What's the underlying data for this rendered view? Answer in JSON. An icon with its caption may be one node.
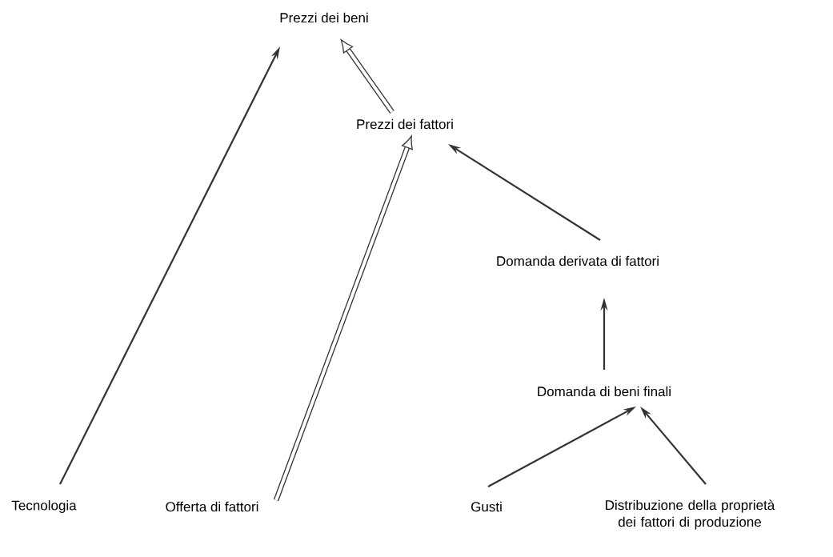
{
  "diagram": {
    "nodes": [
      {
        "text": [
          "Prezzi dei beni"
        ]
      },
      {
        "text": [
          "Prezzi dei fattori"
        ]
      },
      {
        "text": [
          "Domanda derivata di fattori"
        ]
      },
      {
        "text": [
          "Domanda di beni finali"
        ]
      },
      {
        "text": [
          "Tecnologia"
        ]
      },
      {
        "text": [
          "Offerta di fattori"
        ]
      },
      {
        "text": [
          "Gusti"
        ]
      },
      {
        "text": [
          "Distribuzione della proprietà dei fattori di produzione"
        ]
      }
    ],
    "edges": [
      {
        "from": 4,
        "to": 0,
        "arrow": "to"
      },
      {
        "from": 1,
        "to": 0,
        "arrow": "to",
        "style": "thick"
      },
      {
        "from": 5,
        "to": 1,
        "arrow": "to",
        "style": "thick"
      },
      {
        "from": 2,
        "to": 1,
        "arrow": "to"
      },
      {
        "from": 3,
        "to": 2,
        "arrow": "to"
      },
      {
        "from": 6,
        "to": 3,
        "arrow": "to"
      },
      {
        "from": 7,
        "to": 3,
        "arrow": "to"
      }
    ]
  }
}
